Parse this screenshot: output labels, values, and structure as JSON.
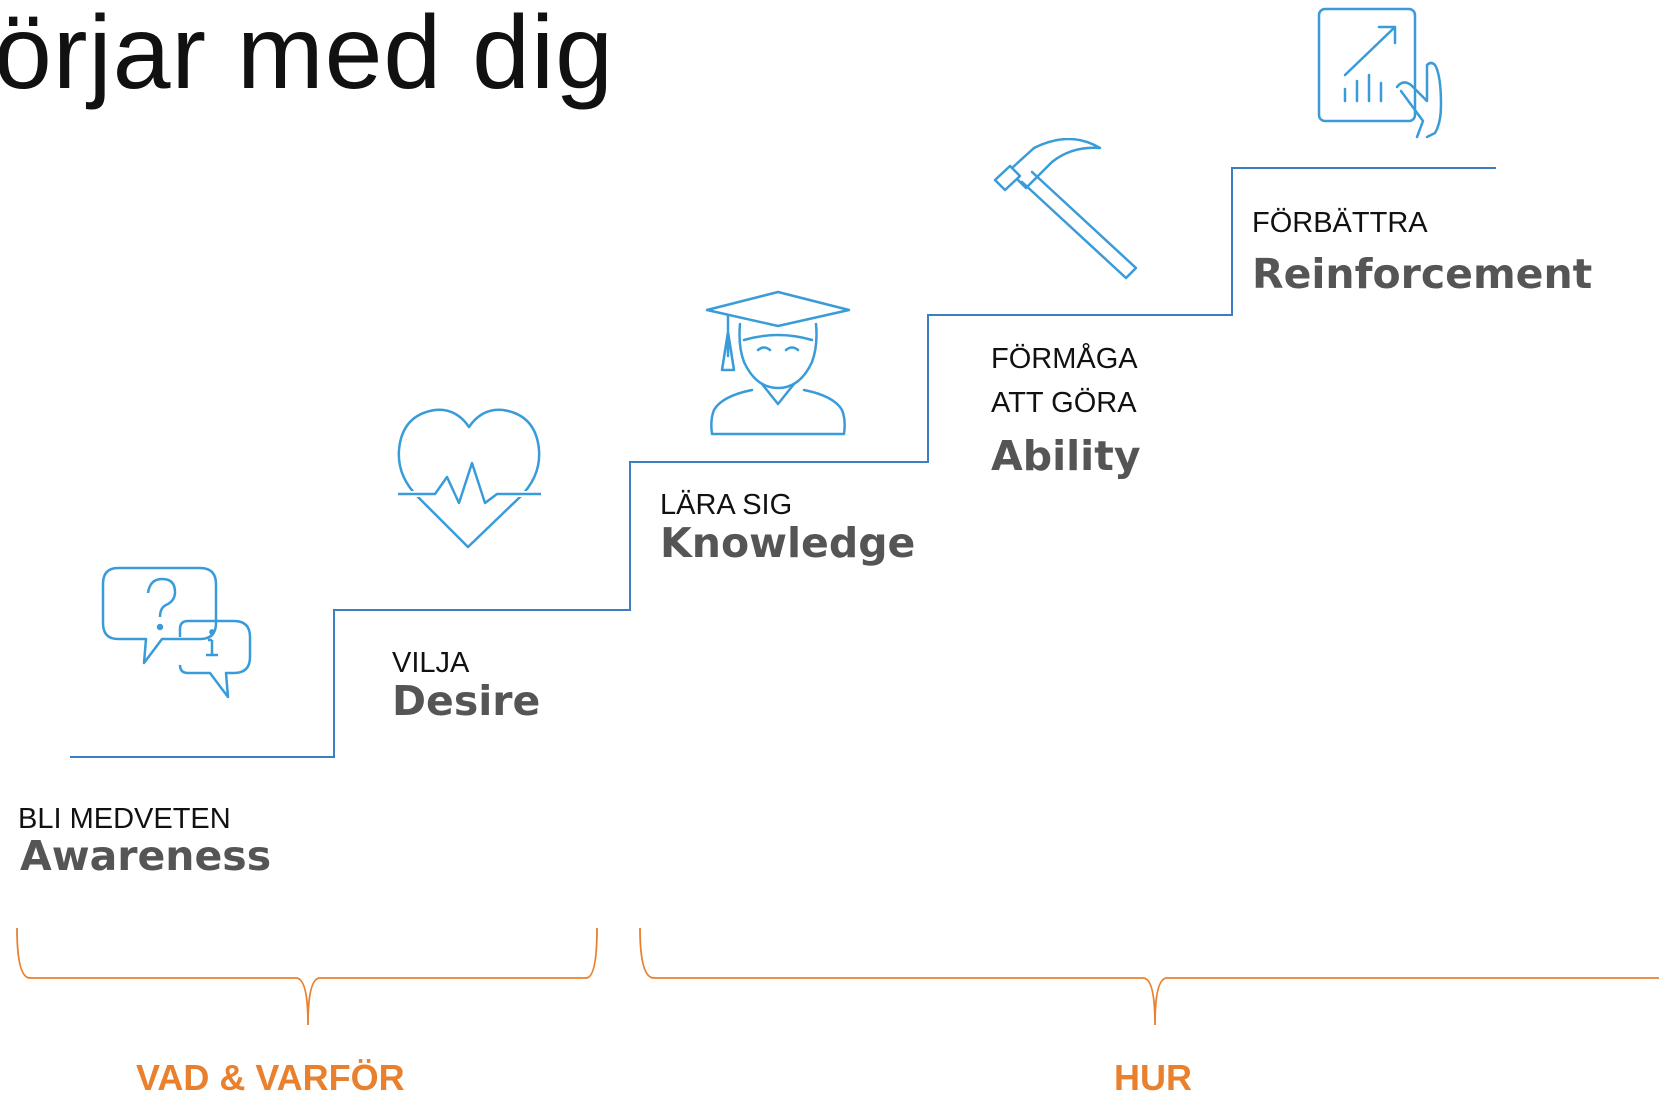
{
  "page": {
    "title": "örjar med dig"
  },
  "colors": {
    "icon": "#3a9bd9",
    "stair": "#3a7ec4",
    "accent": "#e8802e",
    "label_big": "#555555"
  },
  "steps": [
    {
      "sv": "BLI MEDVETEN",
      "en": "Awareness",
      "icon": "chat-question-info-icon"
    },
    {
      "sv": "VILJA",
      "en": "Desire",
      "icon": "heart-pulse-icon"
    },
    {
      "sv": "LÄRA SIG",
      "en": "Knowledge",
      "icon": "graduate-icon"
    },
    {
      "sv_line1": "FÖRMÅGA",
      "sv_line2": "ATT GÖRA",
      "en": "Ability",
      "icon": "hammer-icon"
    },
    {
      "sv": "FÖRBÄTTRA",
      "en": "Reinforcement",
      "icon": "tablet-chart-icon"
    }
  ],
  "groups": [
    {
      "label": "VAD & VARFÖR"
    },
    {
      "label": "HUR"
    }
  ]
}
